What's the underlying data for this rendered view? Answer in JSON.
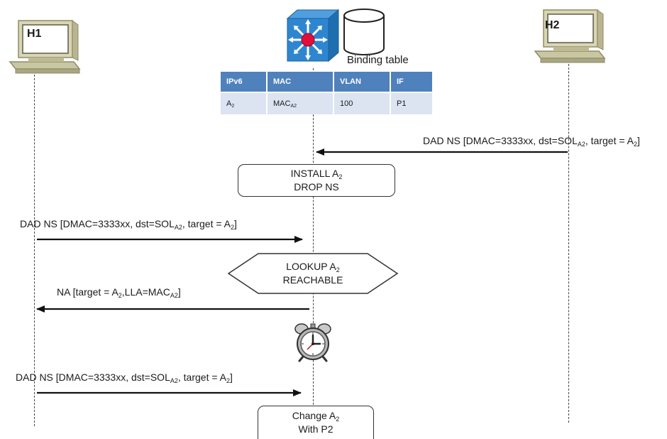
{
  "hosts": {
    "h1_label": "H1",
    "h2_label": "H2"
  },
  "switch": {
    "icon": "layer3-switch-icon",
    "db_icon": "database-icon",
    "binding_label": "Binding table"
  },
  "binding_table": {
    "headers": [
      "IPv6",
      "MAC",
      "VLAN",
      "IF"
    ],
    "row": {
      "ipv6": "A",
      "ipv6_sub": "2",
      "mac": "MAC",
      "mac_sub": "A2",
      "vlan": "100",
      "if": "P1"
    }
  },
  "messages": {
    "m1": {
      "pre": "DAD NS [DMAC=3333xx, dst=SOL",
      "sub1": "A2",
      "mid": ", target = A",
      "sub2": "2",
      "post": "]"
    },
    "m2": {
      "pre": "DAD NS [DMAC=3333xx, dst=SOL",
      "sub1": "A2",
      "mid": ", target = A",
      "sub2": "2",
      "post": "]"
    },
    "m3": {
      "pre": "NA [target = A",
      "sub1": "2",
      "mid": ",LLA=MAC",
      "sub2": "A2",
      "post": "]"
    },
    "m4": {
      "pre": "DAD NS [DMAC=3333xx, dst=SOL",
      "sub1": "A2",
      "mid": ", target = A",
      "sub2": "2",
      "post": "]"
    }
  },
  "boxes": {
    "install": {
      "line1": "INSTALL  A",
      "line1_sub": "2",
      "line2": "DROP NS"
    },
    "lookup": {
      "line1": "LOOKUP  A",
      "line1_sub": "2",
      "line2": "REACHABLE"
    },
    "change": {
      "line1": "Change A",
      "line1_sub": "2",
      "line2": "With P2"
    }
  },
  "timer": {
    "icon": "alarm-clock-icon"
  }
}
